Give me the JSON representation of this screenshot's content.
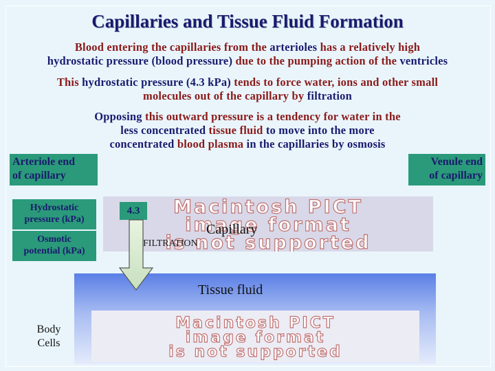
{
  "title": "Capillaries and Tissue Fluid Formation",
  "para1": {
    "line1": [
      {
        "t": "Blood entering the capillaries from the ",
        "c": "red"
      },
      {
        "t": "arterioles",
        "c": "navy"
      },
      {
        "t": " has a relatively high",
        "c": "red"
      }
    ],
    "line2": [
      {
        "t": "hydrostatic pressure (blood pressure) ",
        "c": "navy"
      },
      {
        "t": "due to the pumping action of the ",
        "c": "red"
      },
      {
        "t": "ventricles",
        "c": "navy"
      }
    ]
  },
  "para2": {
    "line1": [
      {
        "t": "This ",
        "c": "red"
      },
      {
        "t": "hydrostatic pressure (4.3 kPa)",
        "c": "navy"
      },
      {
        "t": " tends to force water, ions and other small",
        "c": "red"
      }
    ],
    "line2": [
      {
        "t": "molecules out of the capillary by ",
        "c": "red"
      },
      {
        "t": "filtration",
        "c": "navy"
      }
    ]
  },
  "para3": {
    "line1": [
      {
        "t": "Opposing ",
        "c": "navy"
      },
      {
        "t": "this outward pressure is a tendency for water in the",
        "c": "red"
      }
    ],
    "line2": [
      {
        "t": "less concentrated ",
        "c": "navy"
      },
      {
        "t": "tissue fluid",
        "c": "red"
      },
      {
        "t": " to move into the more",
        "c": "navy"
      }
    ],
    "line3": [
      {
        "t": "concentrated ",
        "c": "navy"
      },
      {
        "t": "blood plasma",
        "c": "red"
      },
      {
        "t": " in the capillaries by ",
        "c": "navy"
      },
      {
        "t": "osmosis",
        "c": "navy"
      }
    ]
  },
  "arteriole_end": {
    "line1": "Arteriole end",
    "line2": "of capillary"
  },
  "venule_end": {
    "line1": "Venule end",
    "line2": "of capillary"
  },
  "legend": {
    "hydrostatic": {
      "line1": "Hydrostatic",
      "line2": "pressure (kPa)"
    },
    "osmotic": {
      "line1": "Osmotic",
      "line2": "potential (kPa)"
    }
  },
  "value_box": "4.3",
  "capillary_label": "Capillary",
  "filtration_label": "FILTRATION",
  "tissue_fluid_label": "Tissue fluid",
  "body_cells": {
    "line1": "Body",
    "line2": "Cells"
  },
  "pict_placeholder": {
    "line1": "Macintosh PICT",
    "line2": "image format",
    "line3": "is not supported"
  },
  "colors": {
    "navy": "#1a1a6e",
    "red": "#8b1a1a",
    "teal_box": "#2a9a7a",
    "background": "#e9f5fb",
    "tissue_fluid_top": "#5a7fe6"
  }
}
